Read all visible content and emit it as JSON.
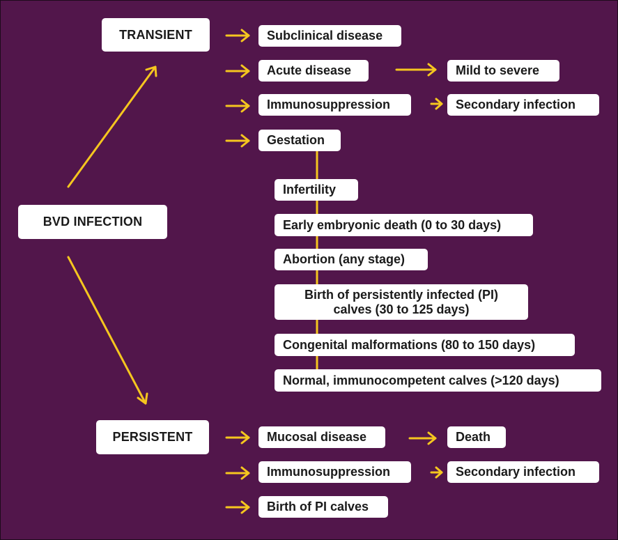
{
  "colors": {
    "background": "#52164b",
    "arrow": "#f5c61f",
    "box": "#ffffff",
    "text": "#1a1a1a"
  },
  "root": "BVD INFECTION",
  "transient": {
    "label": "TRANSIENT",
    "subclinical": "Subclinical disease",
    "acute": "Acute disease",
    "mild": "Mild to severe",
    "immuno": "Immunosuppression",
    "secondary": "Secondary infection",
    "gestation": "Gestation",
    "outcomes": {
      "infertility": "Infertility",
      "early_death": "Early embryonic death (0 to 30 days)",
      "abortion": "Abortion (any stage)",
      "pi_line1": "Birth of persistently infected (PI)",
      "pi_line2": "calves (30 to 125 days)",
      "malformations": "Congenital malformations (80 to 150 days)",
      "normal": "Normal, immunocompetent calves (>120 days)"
    }
  },
  "persistent": {
    "label": "PERSISTENT",
    "mucosal": "Mucosal disease",
    "death": "Death",
    "immuno": "Immunosuppression",
    "secondary": "Secondary infection",
    "birth_pi": "Birth of PI calves"
  }
}
